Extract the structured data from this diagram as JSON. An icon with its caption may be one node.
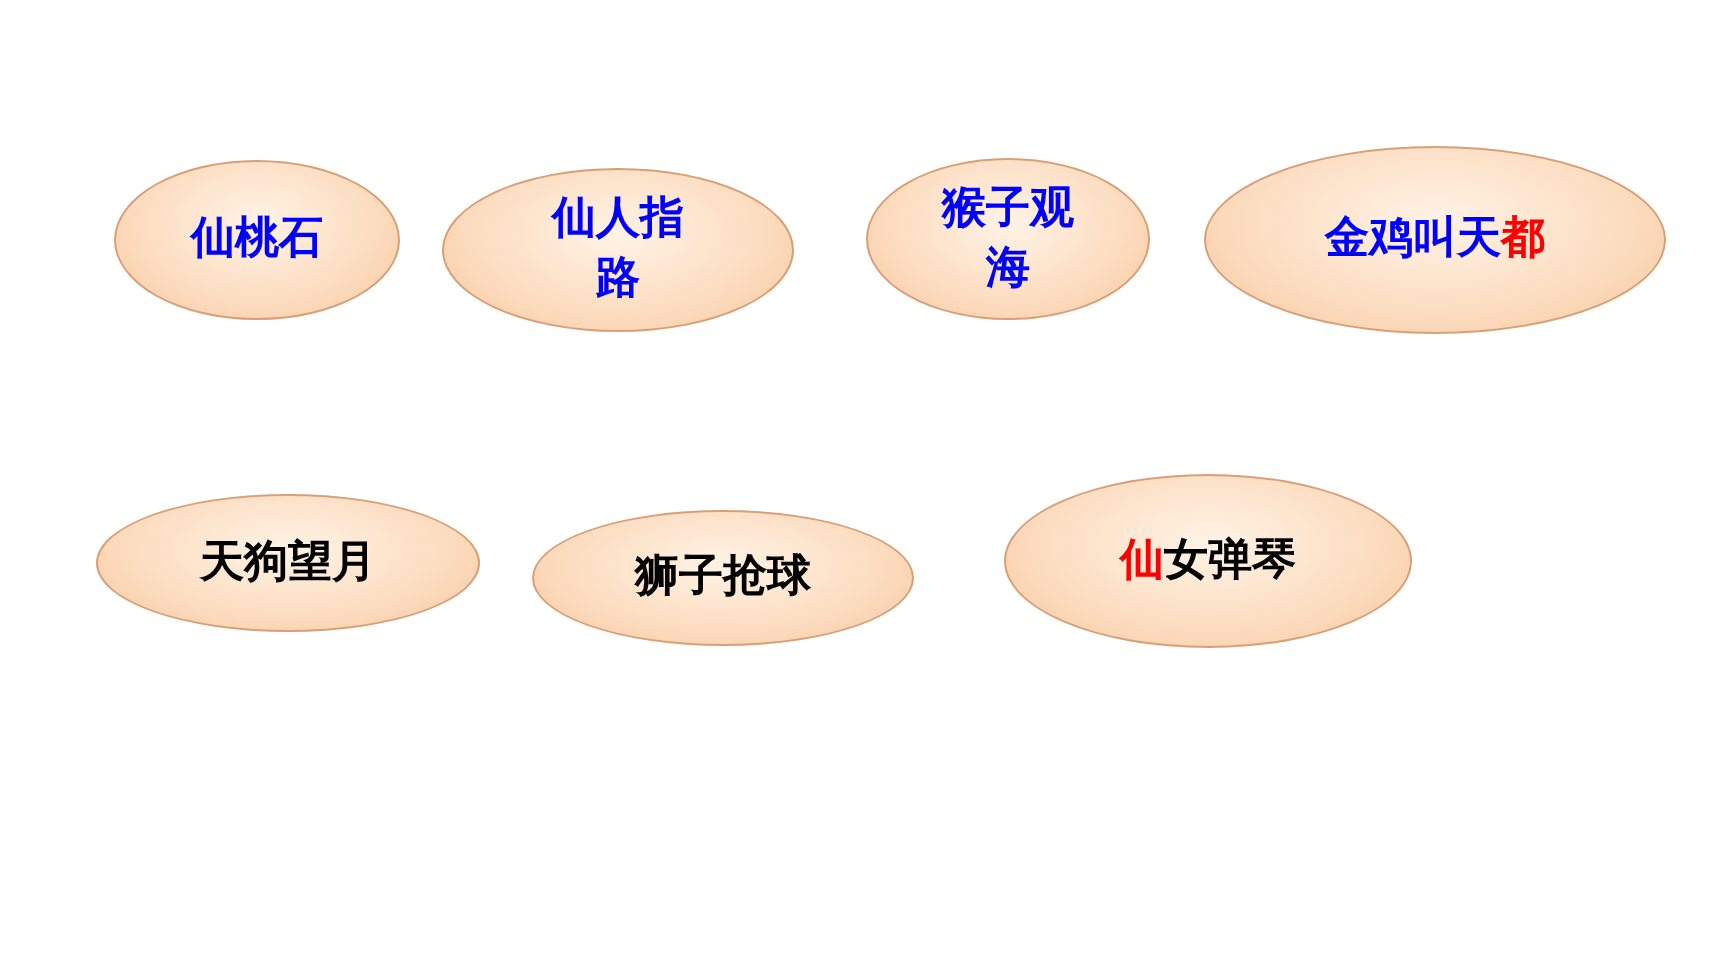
{
  "diagram": {
    "nodes": [
      {
        "text": [
          "仙桃石"
        ]
      },
      {
        "text": [
          "仙人指路"
        ]
      },
      {
        "text": [
          "猴子观海"
        ]
      },
      {
        "text": [
          "金鸡叫天**都**"
        ]
      },
      {
        "text": [
          "天狗望月"
        ]
      },
      {
        "text": [
          "狮子抢球"
        ]
      },
      {
        "text": [
          "**仙**女弹琴"
        ]
      }
    ]
  }
}
